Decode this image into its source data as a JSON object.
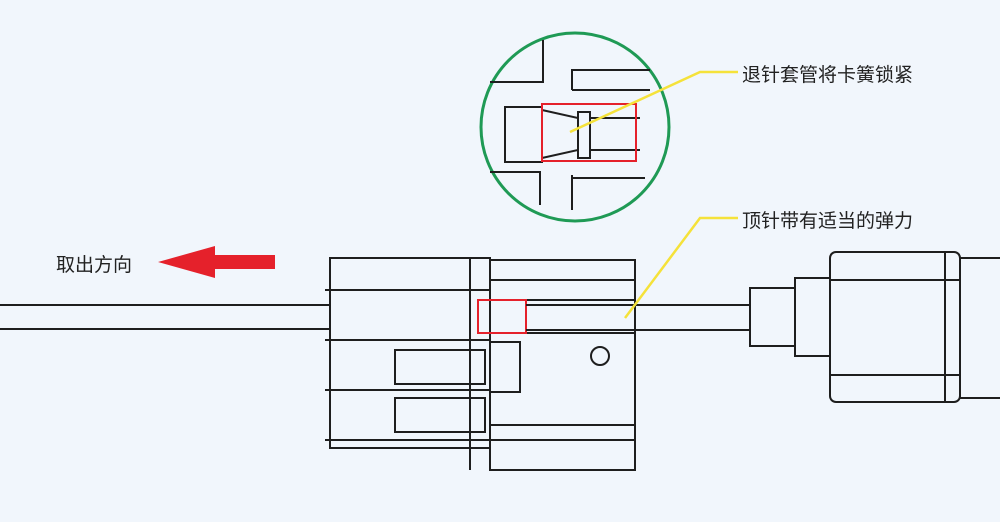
{
  "labels": {
    "callout_top": "退针套管将卡簧锁紧",
    "callout_bottom": "顶针带有适当的弹力",
    "direction": "取出方向"
  },
  "colors": {
    "arrow": "#e5212b",
    "highlight_box": "#e5212b",
    "detail_circle": "#1f9a55",
    "leader_line": "#f5e23a"
  }
}
